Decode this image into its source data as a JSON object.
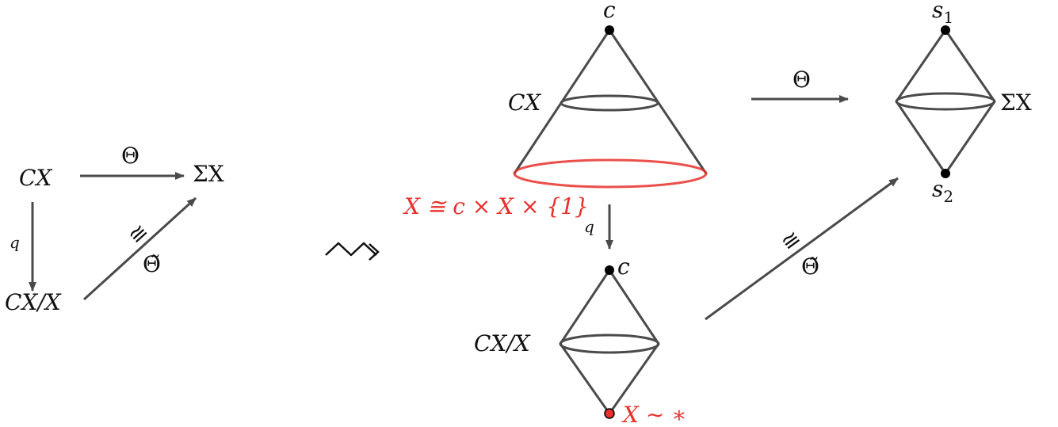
{
  "left_diagram": {
    "cx": "CX",
    "sigma_x": "ΣX",
    "cx_mod_x": "CX/X",
    "theta": "Θ",
    "q": "q",
    "iso": "≅",
    "theta_tilde": "Θ̃"
  },
  "squiggle": "⟿",
  "cone": {
    "apex": "c",
    "level_label": "CX",
    "base_label": "X ≅ c × X × {1}"
  },
  "quotient": {
    "apex": "c",
    "level_label": "CX/X",
    "bottom_label": "X ∼ ∗",
    "q": "q"
  },
  "suspension": {
    "top": "s",
    "top_sub": "1",
    "bottom": "s",
    "bottom_sub": "2",
    "label": "ΣX"
  },
  "arrows": {
    "theta": "Θ",
    "iso": "≅",
    "theta_tilde": "Θ̃"
  },
  "colors": {
    "line": "#4a4a4a",
    "highlight": "#e8302c",
    "node": "#000000"
  }
}
